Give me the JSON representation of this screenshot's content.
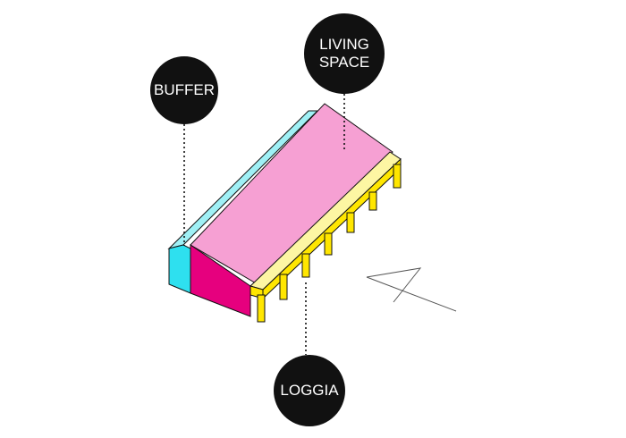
{
  "labels": {
    "buffer": "BUFFER",
    "living_line1": "LIVING",
    "living_line2": "SPACE",
    "loggia": "LOGGIA"
  },
  "colors": {
    "buffer_light": "#9ff0f5",
    "buffer_dark": "#2ee0ef",
    "living_roof": "#f6a0d3",
    "living_front": "#e6007e",
    "loggia_light": "#fdf6a3",
    "loggia_posts": "#ffe600",
    "label_bg": "#111111",
    "label_text": "#ffffff"
  },
  "icons": [
    "north-arrow-icon"
  ]
}
